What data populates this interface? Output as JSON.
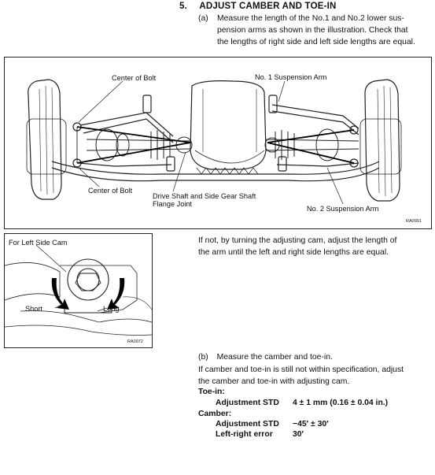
{
  "section": {
    "number": "5.",
    "title": "ADJUST CAMBER AND TOE-IN"
  },
  "step_a": {
    "marker": "(a)",
    "lines": [
      "Measure the length of the No.1 and No.2 lower sus-",
      "pension arms as shown in the illustration. Check that",
      "the lengths of right side and left side lengths are equal."
    ]
  },
  "figure_main": {
    "labels": {
      "center_bolt_top": "Center of Bolt",
      "arm1": "No. 1 Suspension Arm",
      "center_bolt_bottom": "Center of Bolt",
      "drive_shaft_l1": "Drive Shaft and Side Gear Shaft",
      "drive_shaft_l2": "Flange Joint",
      "arm2": "No. 2 Suspension Arm"
    },
    "code": "RA0991"
  },
  "figure_cam": {
    "labels": {
      "title": "For Left Side Cam",
      "short": "Short",
      "long": "Long"
    },
    "code": "RA0972"
  },
  "if_not": {
    "lines": [
      "If not, by turning the adjusting cam, adjust the length of",
      "the arm until the left and right side lengths are equal."
    ]
  },
  "step_b": {
    "marker": "(b)",
    "text": "Measure the camber and toe-in.",
    "lines": [
      "If camber and toe-in is still not within specification, adjust",
      "the camber and toe-in with adjusting cam."
    ]
  },
  "specs": {
    "toe_in_label": "Toe-in:",
    "toe_in_key": "Adjustment STD",
    "toe_in_value": "4 ± 1 mm (0.16 ± 0.04 in.)",
    "camber_label": "Camber:",
    "camber_key": "Adjustment STD",
    "camber_value": "−45′ ± 30′",
    "lr_key": "Left-right error",
    "lr_value": "30′"
  }
}
